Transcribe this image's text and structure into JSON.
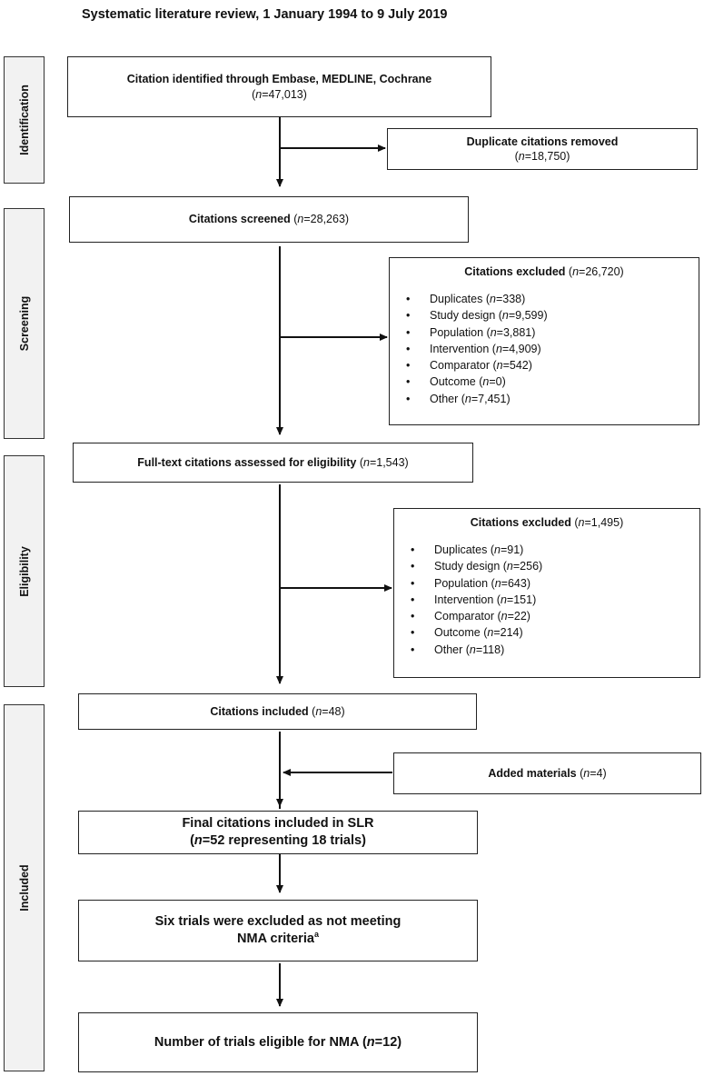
{
  "title": "Systematic literature review, 1 January 1994 to 9 July 2019",
  "stages": {
    "identification": "Identification",
    "screening": "Screening",
    "eligibility": "Eligibility",
    "included": "Included"
  },
  "identified": {
    "label": "Citation identified through Embase, MEDLINE, Cochrane",
    "n_prefix": "(",
    "n_var": "n",
    "n_value": "=47,013)"
  },
  "duplicates_removed": {
    "label": "Duplicate citations removed",
    "n_prefix": "(",
    "n_var": "n",
    "n_value": "=18,750)"
  },
  "screened": {
    "label": "Citations screened",
    "n_prefix": " (",
    "n_var": "n",
    "n_value": "=28,263)"
  },
  "screening_excluded": {
    "label": "Citations excluded",
    "n_prefix": " (",
    "n_var": "n",
    "n_value": "=26,720)",
    "items": [
      {
        "name": "Duplicates",
        "value": "=338)"
      },
      {
        "name": "Study design",
        "value": "=9,599)"
      },
      {
        "name": "Population",
        "value": "=3,881)"
      },
      {
        "name": "Intervention",
        "value": "=4,909)"
      },
      {
        "name": "Comparator",
        "value": "=542)"
      },
      {
        "name": "Outcome",
        "value": "=0)"
      },
      {
        "name": "Other",
        "value": "=7,451)"
      }
    ]
  },
  "fulltext": {
    "label": "Full-text citations assessed for eligibility",
    "n_prefix": " (",
    "n_var": "n",
    "n_value": "=1,543)"
  },
  "eligibility_excluded": {
    "label": "Citations excluded",
    "n_prefix": " (",
    "n_var": "n",
    "n_value": "=1,495)",
    "items": [
      {
        "name": "Duplicates",
        "value": "=91)"
      },
      {
        "name": "Study design",
        "value": "=256)"
      },
      {
        "name": "Population",
        "value": "=643)"
      },
      {
        "name": "Intervention",
        "value": "=151)"
      },
      {
        "name": "Comparator",
        "value": "=22)"
      },
      {
        "name": "Outcome",
        "value": "=214)"
      },
      {
        "name": "Other",
        "value": "=118)"
      }
    ]
  },
  "included": {
    "label": "Citations included",
    "n_prefix": " (",
    "n_var": "n",
    "n_value": "=48)"
  },
  "added": {
    "label": "Added materials",
    "n_prefix": " (",
    "n_var": "n",
    "n_value": "=4)"
  },
  "final": {
    "line1": "Final citations included in SLR",
    "n_prefix": "(",
    "n_var": "n",
    "n_value": "=52 representing 18 trials)"
  },
  "six_excluded": {
    "line1": "Six trials were excluded as not meeting",
    "line2": "NMA criteria",
    "sup": "a"
  },
  "eligible_nma": {
    "label": "Number of trials eligible for NMA (",
    "n_var": "n",
    "n_value": "=12)"
  }
}
